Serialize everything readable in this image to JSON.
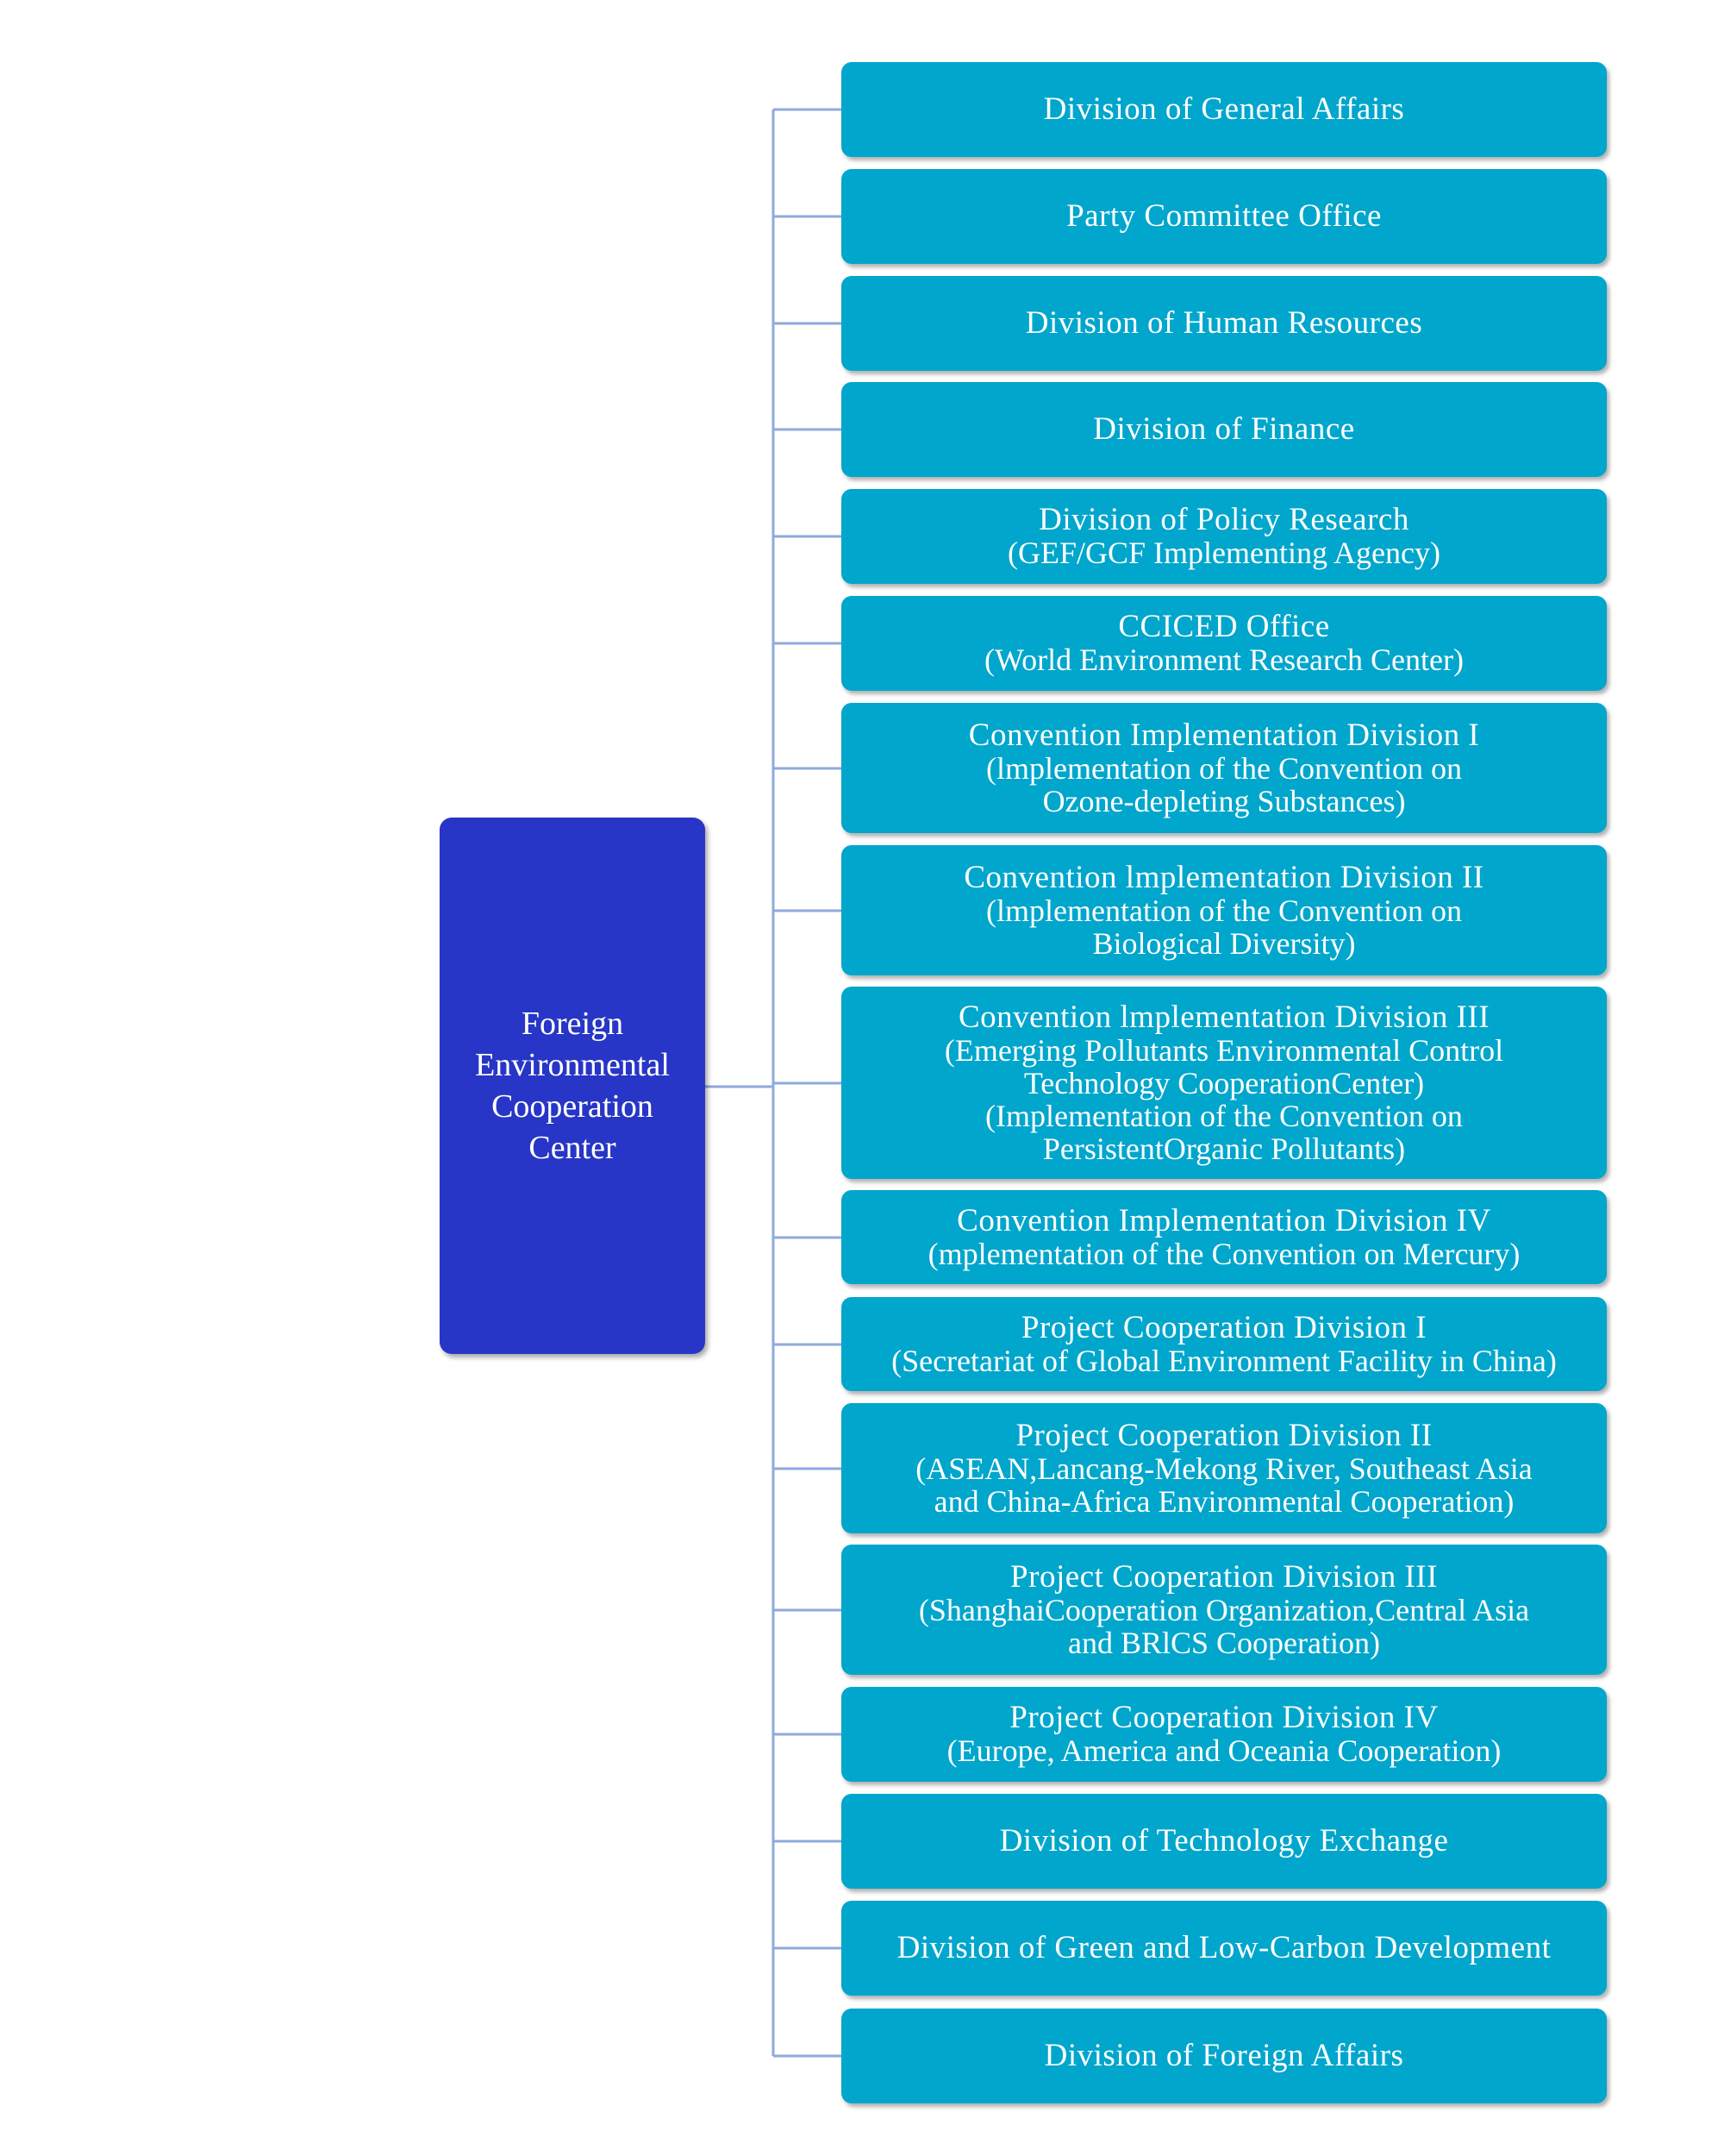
{
  "root": {
    "label_lines": [
      "Foreign",
      "Environmental",
      "Cooperation",
      "Center"
    ]
  },
  "colors": {
    "root_fill": "#2736c6",
    "node_fill": "#00a6cc",
    "connector": "#8faadc",
    "text": "#ffffff"
  },
  "divisions": [
    {
      "lines": [
        "Division of General Affairs"
      ]
    },
    {
      "lines": [
        "Party Committee Office"
      ]
    },
    {
      "lines": [
        "Division of Human Resources"
      ]
    },
    {
      "lines": [
        "Division of Finance"
      ]
    },
    {
      "lines": [
        "Division of Policy Research",
        "(GEF/GCF Implementing Agency)"
      ]
    },
    {
      "lines": [
        "CCICED Office",
        "(World Environment Research Center)"
      ]
    },
    {
      "lines": [
        "Convention Implementation Division I",
        "(lmplementation of the Convention on",
        "Ozone-depleting Substances)"
      ]
    },
    {
      "lines": [
        "Convention lmplementation Division II",
        "(lmplementation of the Convention on",
        "Biological Diversity)"
      ]
    },
    {
      "lines": [
        "Convention lmplementation Division III",
        "(Emerging Pollutants Environmental Control",
        "Technology CooperationCenter)",
        "(Implementation of the Convention on",
        "PersistentOrganic Pollutants)"
      ]
    },
    {
      "lines": [
        "Convention Implementation Division IV",
        "(mplementation of the Convention on Mercury)"
      ]
    },
    {
      "lines": [
        "Project Cooperation Division I",
        "(Secretariat of Global Environment Facility in China)"
      ]
    },
    {
      "lines": [
        "Project Cooperation Division II",
        "(ASEAN,Lancang-Mekong River, Southeast Asia",
        "and China-Africa Environmental Cooperation)"
      ]
    },
    {
      "lines": [
        "Project Cooperation Division III",
        "(ShanghaiCooperation Organization,Central Asia",
        "and BRlCS Cooperation)"
      ]
    },
    {
      "lines": [
        "Project Cooperation Division IV",
        "(Europe, America and Oceania Cooperation)"
      ]
    },
    {
      "lines": [
        "Division of Technology Exchange"
      ]
    },
    {
      "lines": [
        "Division of Green and Low-Carbon Development"
      ]
    },
    {
      "lines": [
        "Division of Foreign Affairs"
      ]
    }
  ]
}
